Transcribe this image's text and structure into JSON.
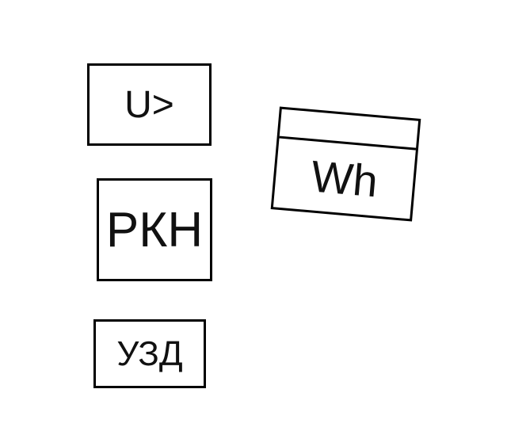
{
  "symbols": [
    {
      "id": "voltage-relay",
      "label": "U>"
    },
    {
      "id": "rkn",
      "label": "РКН"
    },
    {
      "id": "uzd",
      "label": "УЗД"
    },
    {
      "id": "energy-meter",
      "label": "Wh"
    }
  ],
  "colors": {
    "stroke": "#000000",
    "background": "#ffffff"
  }
}
